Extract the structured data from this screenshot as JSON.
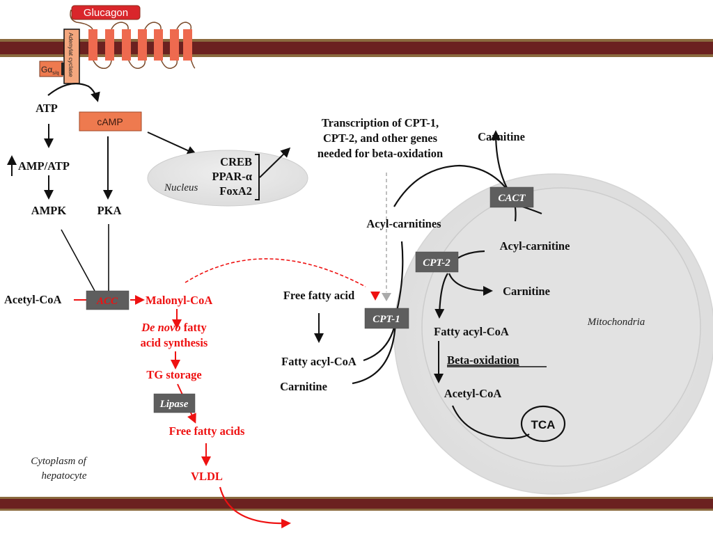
{
  "colors": {
    "membrane_outer": "#7a5a35",
    "membrane_inner": "#6b2120",
    "receptor": "#ee6a4f",
    "glucagon_box": "#d9262b",
    "camp_box": "#ee7a4f",
    "enzyme_box": "#5e5e5e",
    "red_pathway": "#ee1111",
    "nucleus_fill": "#e6e6e6",
    "mito_fill": "#e4e4e4"
  },
  "receptor": {
    "ligand": "Glucagon",
    "g_protein": "Gα",
    "g_protein_sub": "s/q",
    "adenylate_cyclase": "Adenylat cyclase"
  },
  "signaling": {
    "atp": "ATP",
    "camp": "cAMP",
    "amp_atp": "AMP/ATP",
    "ampk": "AMPK",
    "pka": "PKA"
  },
  "nucleus": {
    "label": "Nucleus",
    "factors": [
      "CREB",
      "PPAR-α",
      "FoxA2"
    ]
  },
  "transcription": {
    "lines": [
      "Transcription of CPT-1,",
      "CPT-2, and other genes",
      "needed for beta-oxidation"
    ]
  },
  "lipogenesis": {
    "acetyl_coa": "Acetyl-CoA",
    "acc": "ACC",
    "malonyl_coa": "Malonyl-CoA",
    "de_novo_italic": "De novo",
    "de_novo_rest": " fatty",
    "synthesis": "acid synthesis",
    "tg_storage": "TG storage",
    "lipase": "Lipase",
    "free_fatty_acids": "Free fatty acids",
    "vldl": "VLDL"
  },
  "cytoplasm": {
    "label_lines": [
      "Cytoplasm of",
      "hepatocyte"
    ],
    "free_fatty_acid": "Free fatty acid",
    "fatty_acyl_coa": "Fatty acyl-CoA",
    "carnitine": "Carnitine",
    "cpt1": "CPT-1",
    "acyl_carnitines": "Acyl-carnitines",
    "carnitine_out": "Carnitine",
    "cact": "CACT"
  },
  "mitochondria": {
    "label": "Mitochondria",
    "acyl_carnitine": "Acyl-carnitine",
    "cpt2": "CPT-2",
    "carnitine": "Carnitine",
    "fatty_acyl_coa": "Fatty acyl-CoA",
    "beta_oxidation": "Beta-oxidation",
    "acetyl_coa": "Acetyl-CoA",
    "tca": "TCA"
  }
}
